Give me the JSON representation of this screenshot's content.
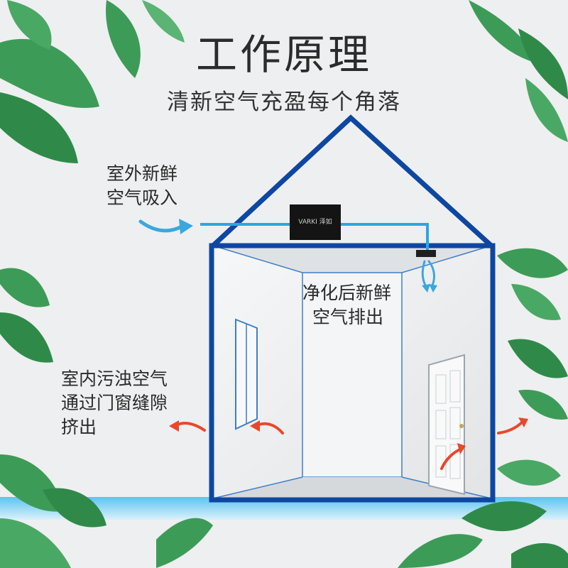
{
  "title": "工作原理",
  "subtitle": "清新空气充盈每个角落",
  "labels": {
    "fresh_air_in": [
      "室外新鲜",
      "空气吸入"
    ],
    "clean_air_out": [
      "净化后新鲜",
      "空气排出"
    ],
    "stale_air_out": [
      "室内污浊空气",
      "通过门窗缝隙",
      "挤出"
    ]
  },
  "device": {
    "brand_text": "VARKI 泽如"
  },
  "colors": {
    "background": "#eeeff0",
    "house_outline": "#0d47a1",
    "duct": "#29a8e0",
    "fresh_arrow": "#3aa7df",
    "stale_arrow": "#e8482c",
    "leaf": "#2f8a4a",
    "floor_water": "#6cc8ee"
  },
  "icons": [
    "leaf-icon",
    "ventilation-unit-icon",
    "door-icon",
    "window-icon",
    "arrow-icon"
  ]
}
